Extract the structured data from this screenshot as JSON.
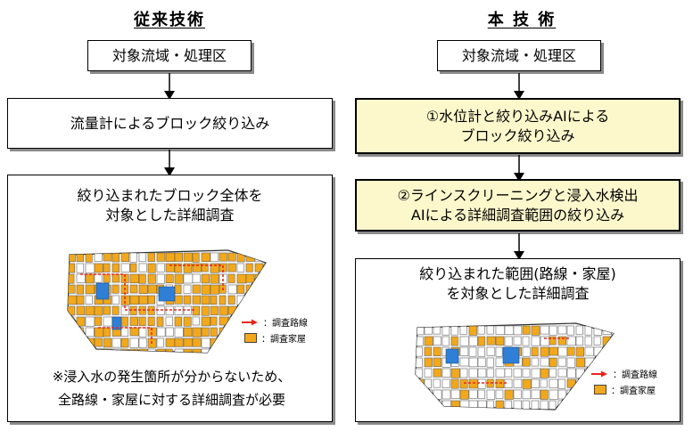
{
  "left": {
    "heading": "従来技術",
    "target_box": "対象流域・処理区",
    "step1": "流量計によるブロック絞り込み",
    "detail": [
      "絞り込まれたブロック全体を",
      "対象とした詳細調査"
    ],
    "note": [
      "※浸入水の発生箇所が分からないため、",
      "全路線・家屋に対する詳細調査が必要"
    ],
    "legend": {
      "route": "：調査路線",
      "house": "：調査家屋"
    }
  },
  "right": {
    "heading": "本 技 術",
    "target_box": "対象流域・処理区",
    "step1": [
      "①水位計と絞り込みAIによる",
      "ブロック絞り込み"
    ],
    "step2": [
      "②ラインスクリーニングと浸入水検出",
      "AIによる詳細調査範囲の絞り込み"
    ],
    "detail": [
      "絞り込まれた範囲(路線・家屋)",
      "を対象とした詳細調査"
    ],
    "legend": {
      "route": "：調査路線",
      "house": "：調査家屋"
    }
  },
  "colors": {
    "highlight_fill": "#fdf8cc",
    "house": "#f2a81b",
    "route": "#e8261c",
    "water": "#2f7fd6"
  },
  "icons": [
    "down-arrow-icon",
    "red-arrow-icon",
    "orange-square-icon",
    "map-thumbnail"
  ]
}
